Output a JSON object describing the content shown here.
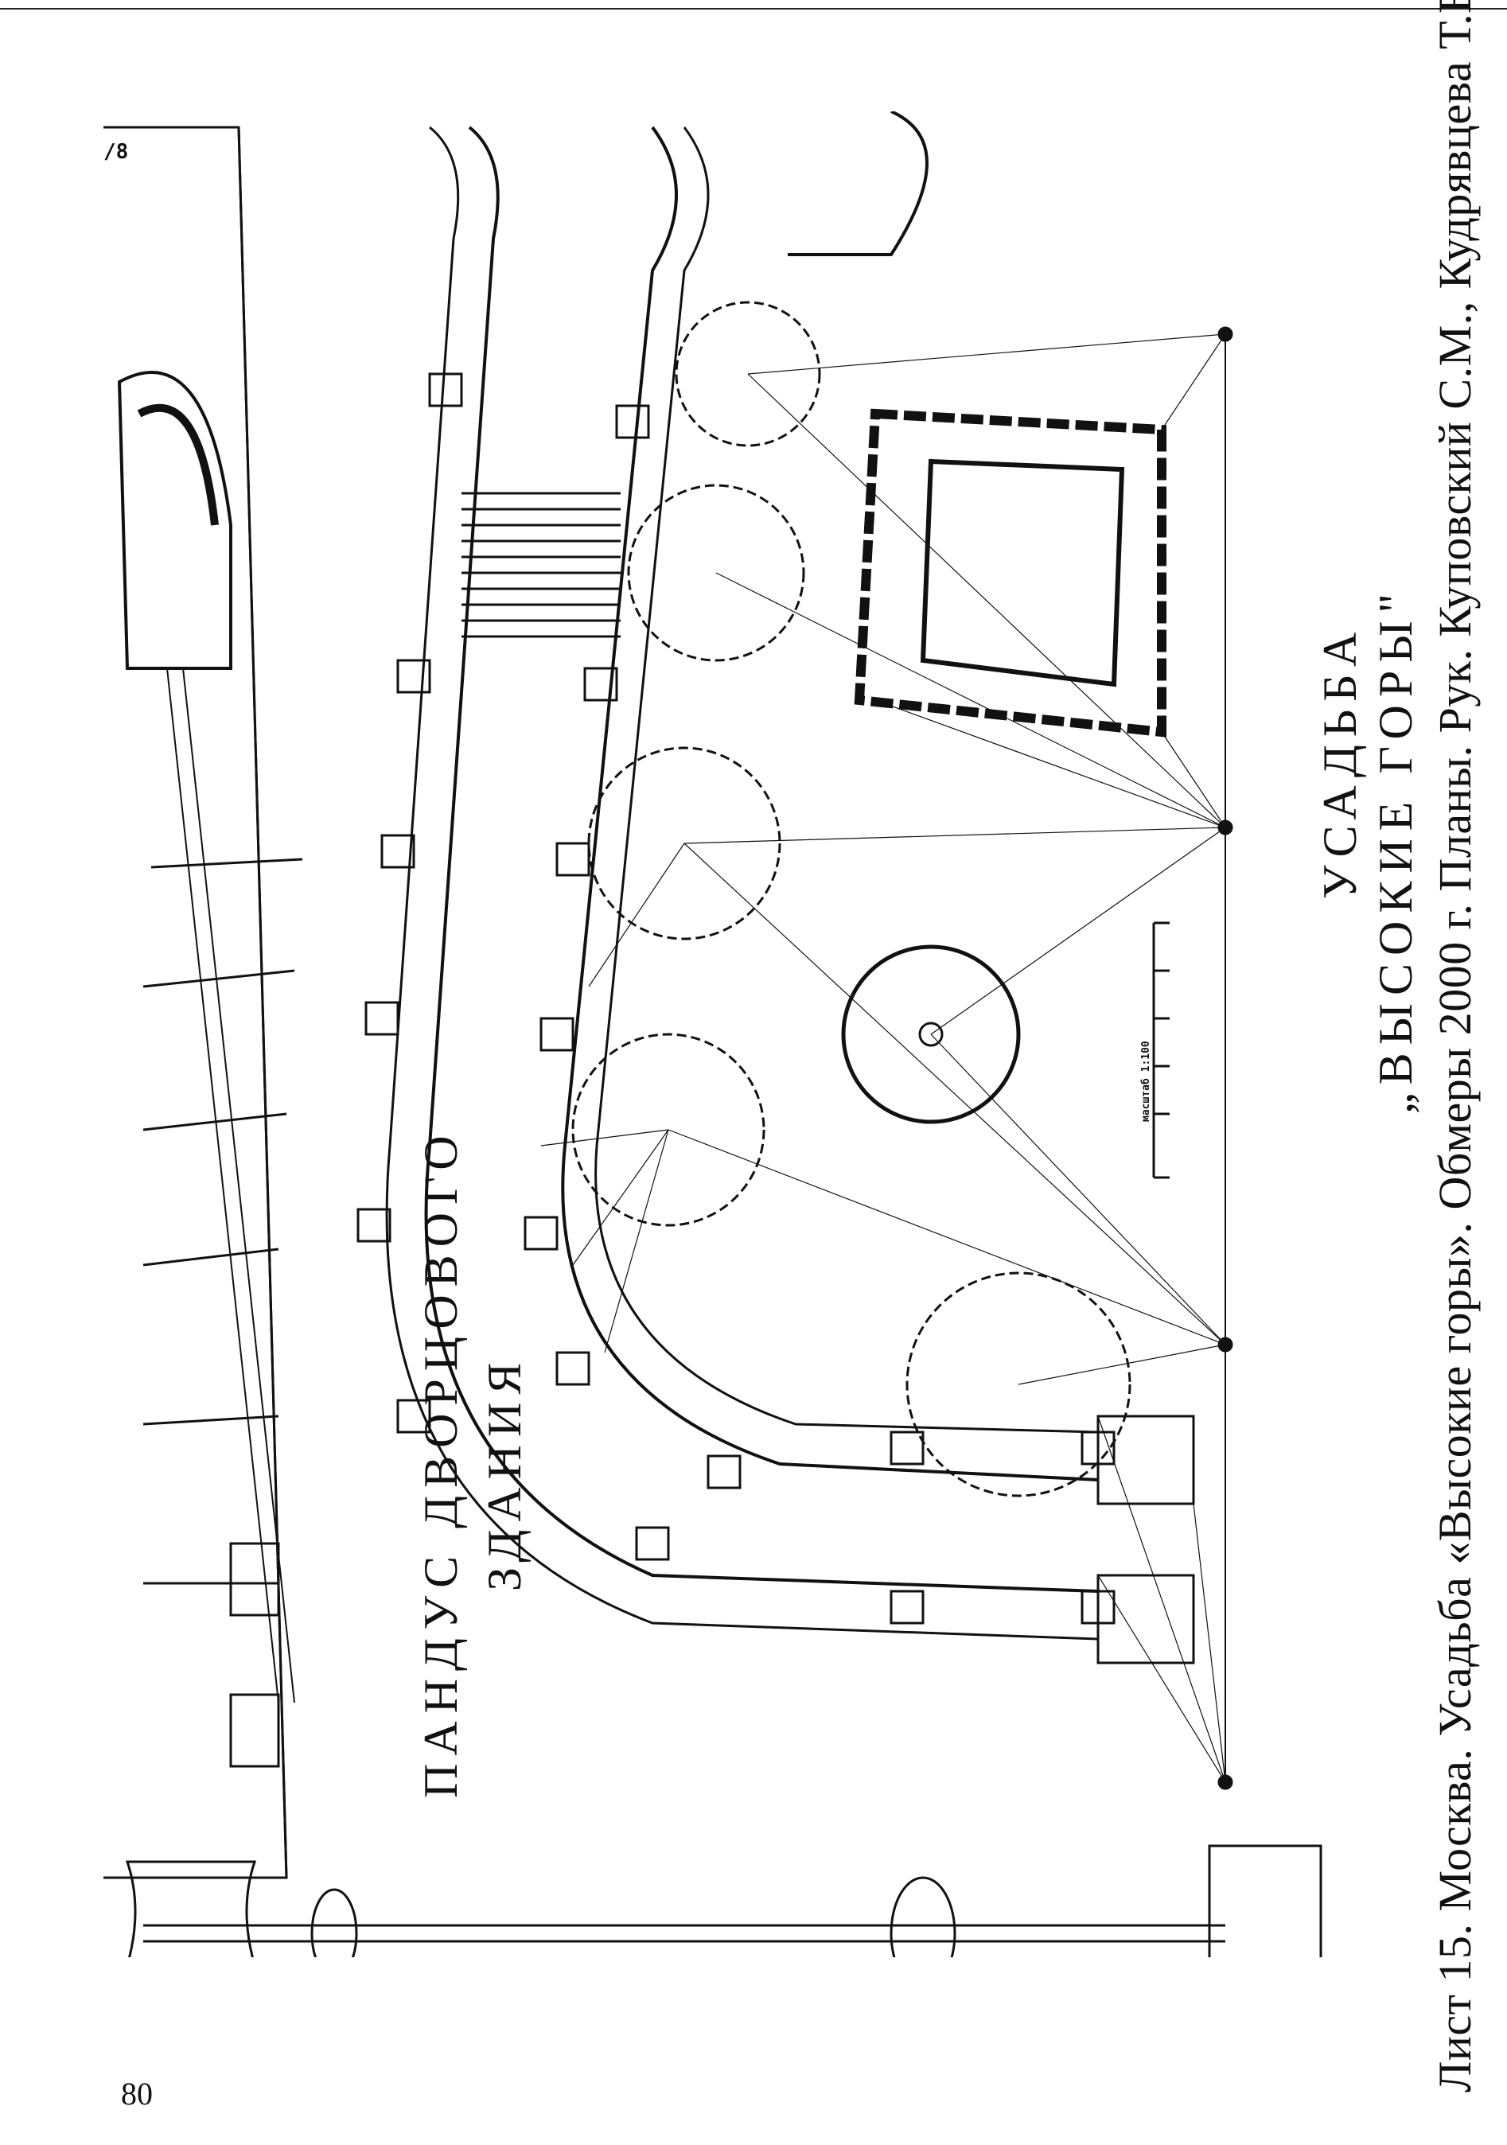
{
  "page": {
    "number": "80",
    "caption": "Лист 15. Москва. Усадьба «Высокие горы». Обмеры 2000 г. Планы. Рук. Куповский С.М., Кудрявцева Т.В., Афанасьев А.К."
  },
  "drawing": {
    "corner_mark": "/8",
    "title_ramp_line1": "ПАНДУС ДВОРЦОВОГО",
    "title_ramp_line2": "ЗДАНИЯ",
    "title_estate_line1": "УСАДЬБА",
    "title_estate_line2": "„ВЫСОКИЕ ГОРЫ\"",
    "scale_label": "масштаб 1:100"
  }
}
